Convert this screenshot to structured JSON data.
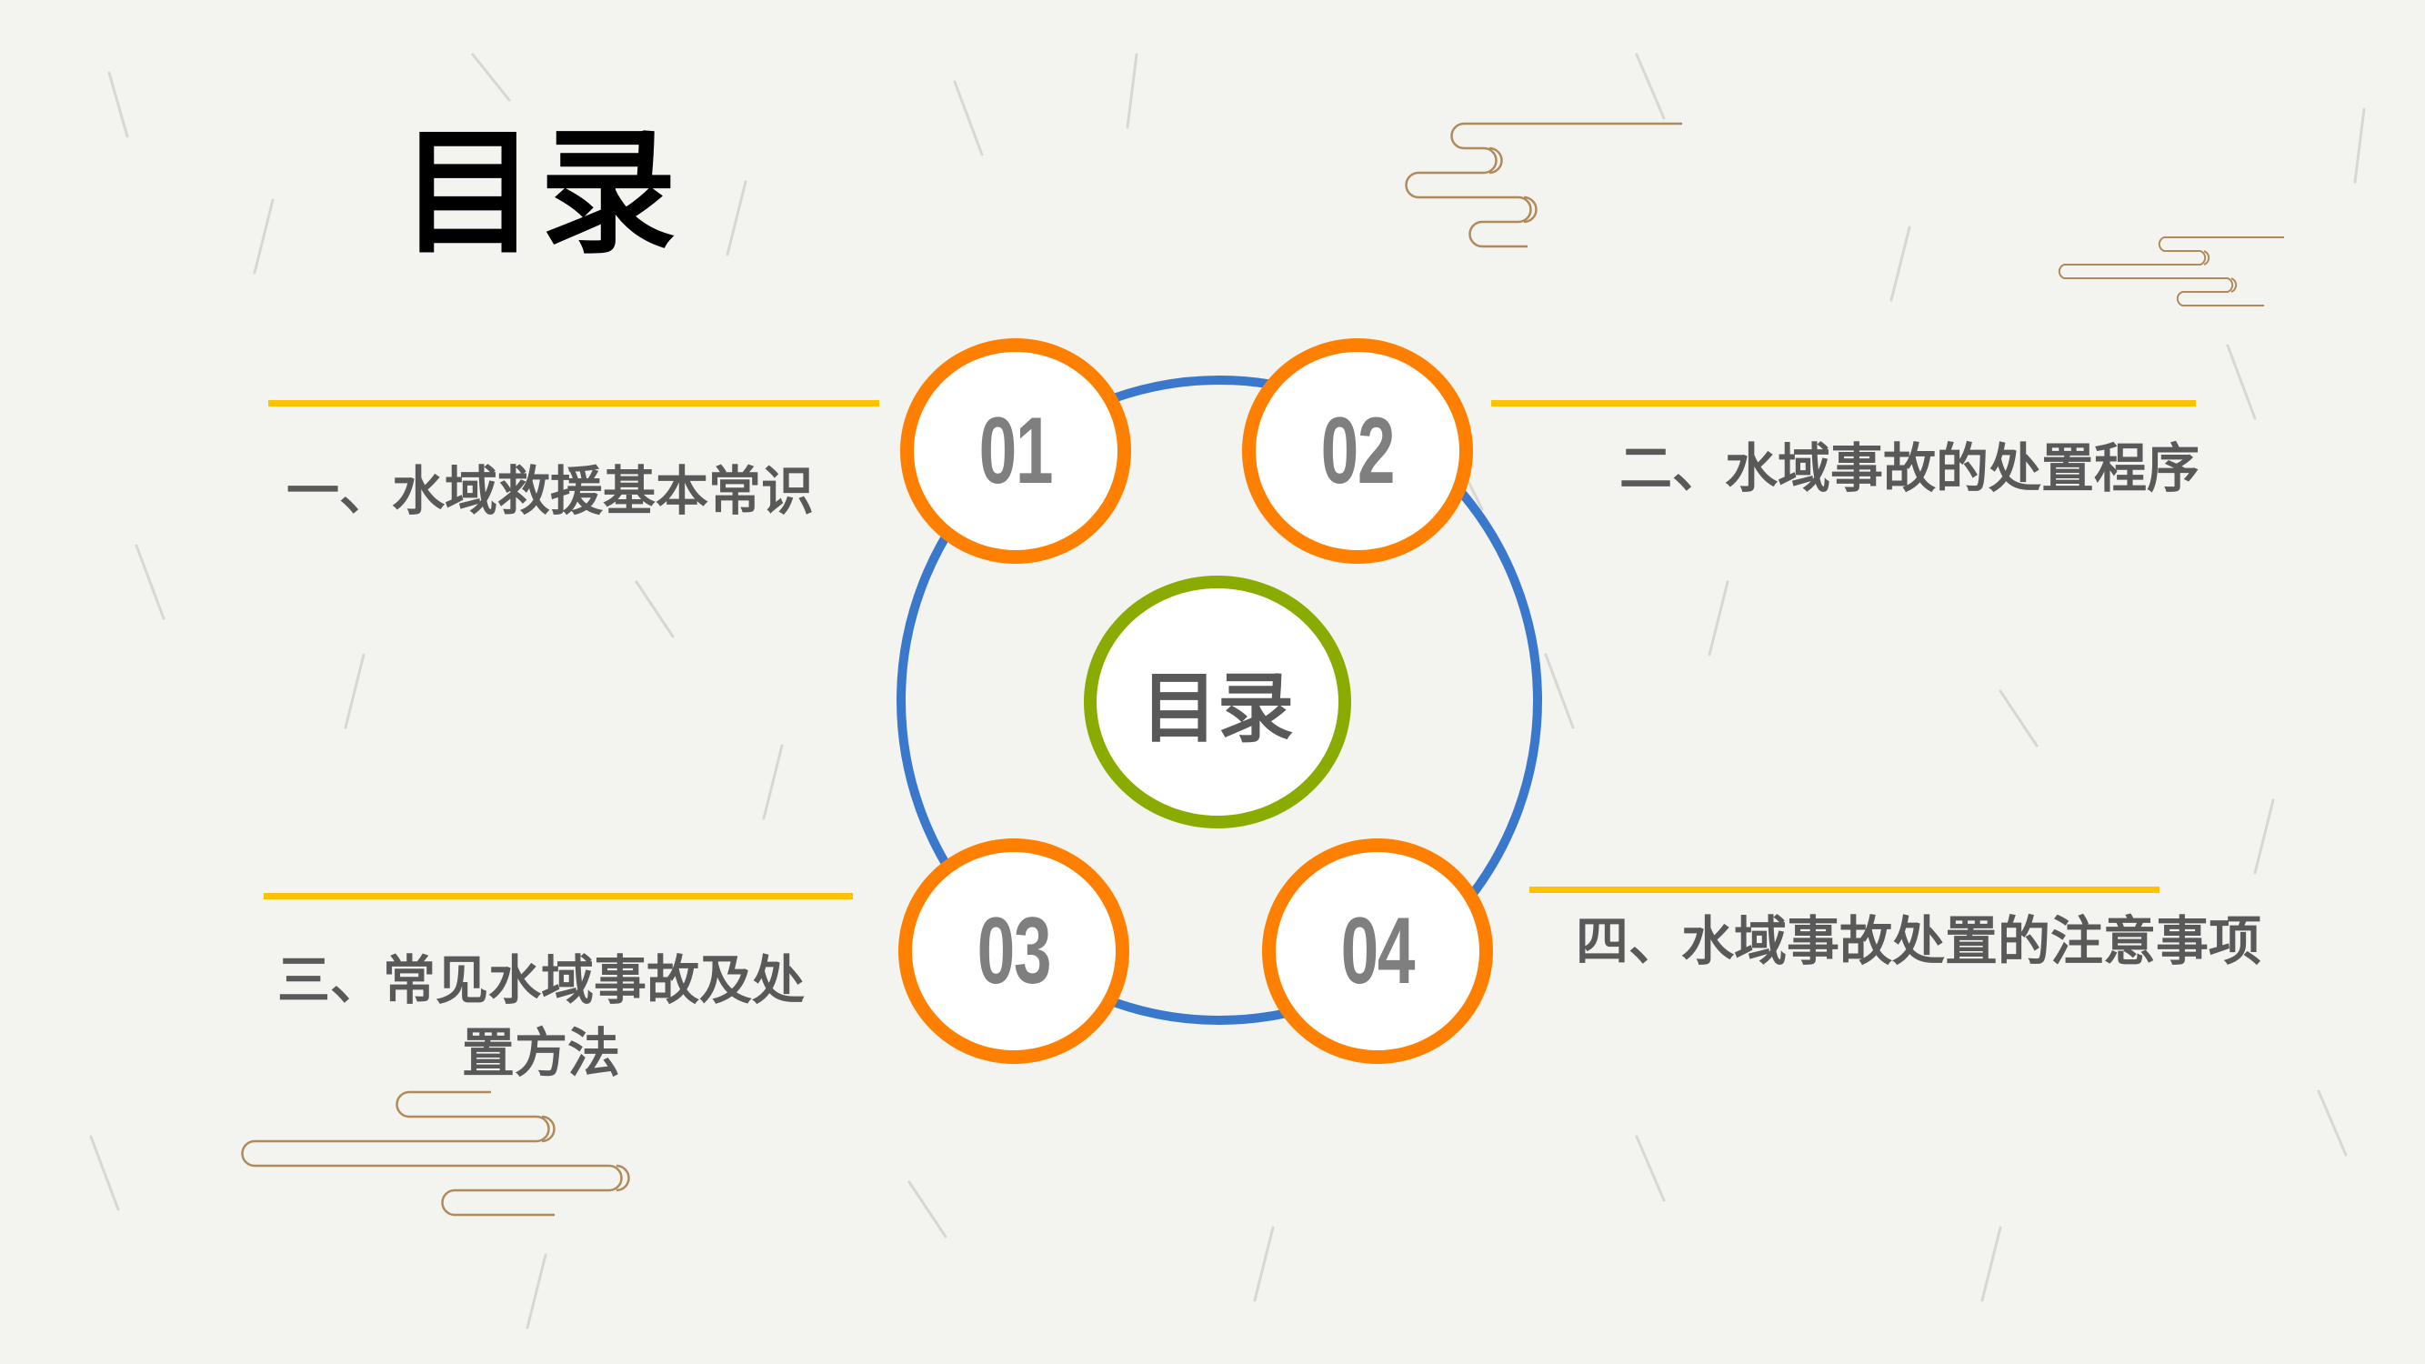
{
  "slide": {
    "title": "目录",
    "center_label": "目录",
    "colors": {
      "background": "#f3f3ef",
      "accent_line": "#ffc000",
      "ring": "#3a78cc",
      "badge_border": "#ff8000",
      "center_border": "#8aac00",
      "badge_number": "#7f7f7f",
      "item_text": "#595959",
      "cloud_stroke": "#b08a5a"
    },
    "items": [
      {
        "number": "01",
        "label": "一、水域救援基本常识"
      },
      {
        "number": "02",
        "label": "二、水域事故的处置程序"
      },
      {
        "number": "03",
        "label": "三、常见水域事故及处置方法"
      },
      {
        "number": "04",
        "label": "四、水域事故处置的注意事项"
      }
    ]
  }
}
